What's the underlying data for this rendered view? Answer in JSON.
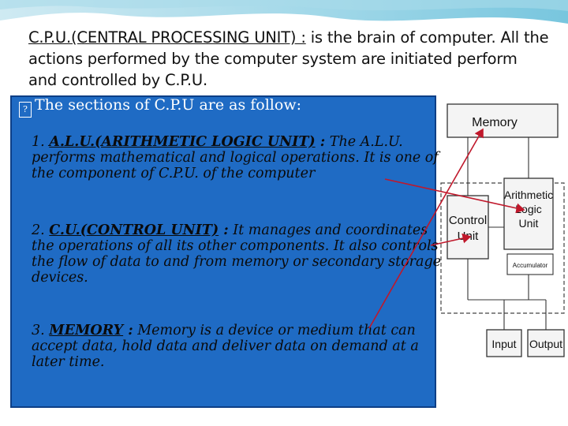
{
  "intro": {
    "term": "C.P.U.(CENTRAL PROCESSING UNIT) :",
    "text": " is the brain of computer. All the actions performed by the computer system are initiated perform and controlled by  C.P.U."
  },
  "sections_heading": "The sections of C.P.U are as follow:",
  "bullet_glyph": "?",
  "items": [
    {
      "number": "1.",
      "head": "A.L.U.(ARITHMETIC LOGIC UNIT)",
      "sep": " :",
      "text": " The A.L.U. performs mathematical and logical operations. It is one of the component of  C.P.U. of the computer"
    },
    {
      "number": "2.",
      "head": "C.U.(CONTROL UNIT)",
      "sep": " :",
      "text": " It manages and coordinates the operations of all its other components. It also controls the flow of data to and from memory or secondary storage devices."
    },
    {
      "number": "3.",
      "head": "MEMORY",
      "sep": " :",
      "text": " Memory is a device or medium that can accept data, hold data and deliver data on demand at a later time."
    }
  ],
  "diagram": {
    "memory": "Memory",
    "alu_line1": "Arithmetic",
    "alu_line2": "Logic",
    "alu_line3": "Unit",
    "cu_line1": "Control",
    "cu_line2": "Unit",
    "accumulator": "Accumulator",
    "input": "Input",
    "output": "Output"
  },
  "colors": {
    "panel": "#1f6bc4",
    "arrow": "#c0182b"
  }
}
